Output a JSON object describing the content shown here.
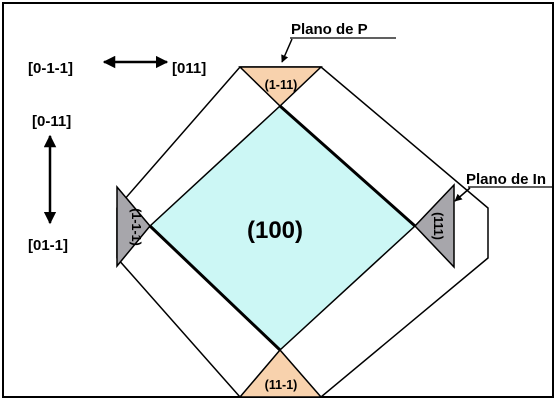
{
  "labels": {
    "dir_left": "[0-1-1]",
    "dir_right": "[011]",
    "dir_top": "[0-11]",
    "dir_bottom": "[01-1]",
    "center_face": "(100)",
    "face_top": "(1-11)",
    "face_bottom": "(11-1)",
    "face_left": "(1-1-1)",
    "face_right": "(111)",
    "plane_p": "Plano de P",
    "plane_in": "Plano de In"
  },
  "colors": {
    "center_fill": "#ccf7f5",
    "p_face_fill": "#f8d2ad",
    "in_face_fill": "#a7a6ab",
    "border": "#000000"
  }
}
